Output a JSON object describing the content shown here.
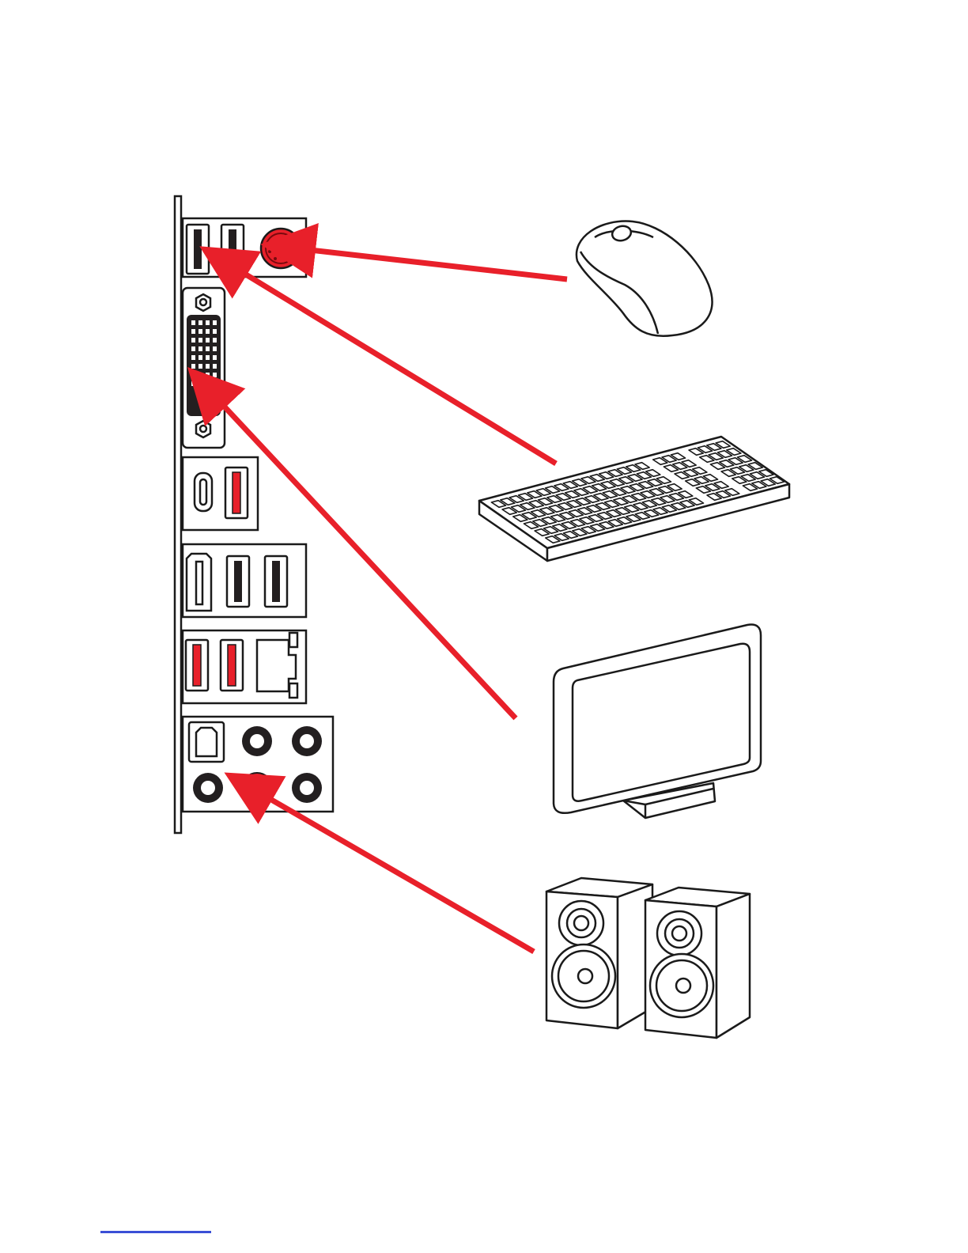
{
  "colors": {
    "accent_red": "#e8202a",
    "port_dark": "#231f20",
    "outline": "#1a1a1a",
    "link_blue": "#3b4fd6",
    "background": "#ffffff"
  },
  "diagram": {
    "connections": [
      {
        "device": "mouse",
        "port": "ps2-port"
      },
      {
        "device": "keyboard",
        "port": "usb-port"
      },
      {
        "device": "monitor",
        "port": "dvi-port"
      },
      {
        "device": "speakers",
        "port": "audio-line-out-jack"
      }
    ],
    "devices": {
      "mouse": {
        "icon": "mouse-icon"
      },
      "keyboard": {
        "icon": "keyboard-icon"
      },
      "monitor": {
        "icon": "monitor-icon"
      },
      "speakers": {
        "icon": "speakers-icon"
      }
    }
  }
}
